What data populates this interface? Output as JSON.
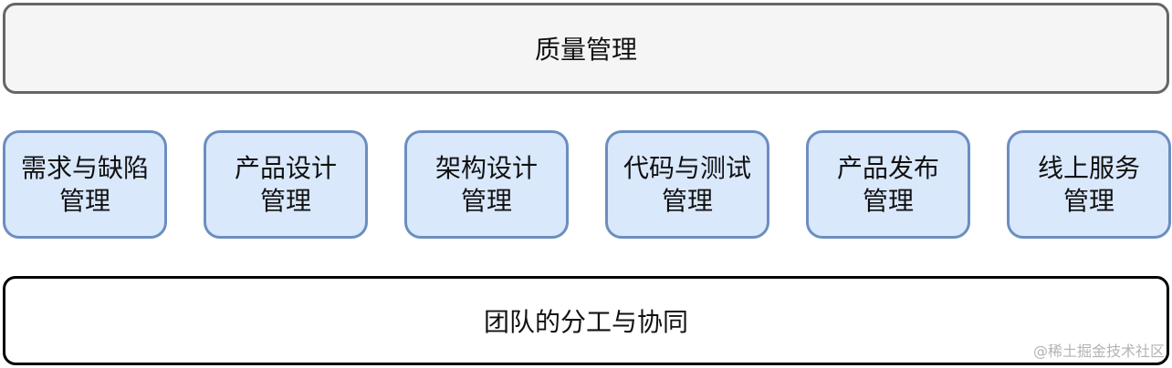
{
  "top": {
    "label": "质量管理"
  },
  "modules": [
    {
      "line1": "需求与缺陷",
      "line2": "管理"
    },
    {
      "line1": "产品设计",
      "line2": "管理"
    },
    {
      "line1": "架构设计",
      "line2": "管理"
    },
    {
      "line1": "代码与测试",
      "line2": "管理"
    },
    {
      "line1": "产品发布",
      "line2": "管理"
    },
    {
      "line1": "线上服务",
      "line2": "管理"
    }
  ],
  "bottom": {
    "label": "团队的分工与协同"
  },
  "watermark": "@稀土掘金技术社区",
  "colors": {
    "top_fill": "#f5f5f5",
    "top_stroke": "#666666",
    "module_fill": "#dae8fc",
    "module_stroke": "#6c8ebf",
    "bottom_stroke": "#000000"
  }
}
